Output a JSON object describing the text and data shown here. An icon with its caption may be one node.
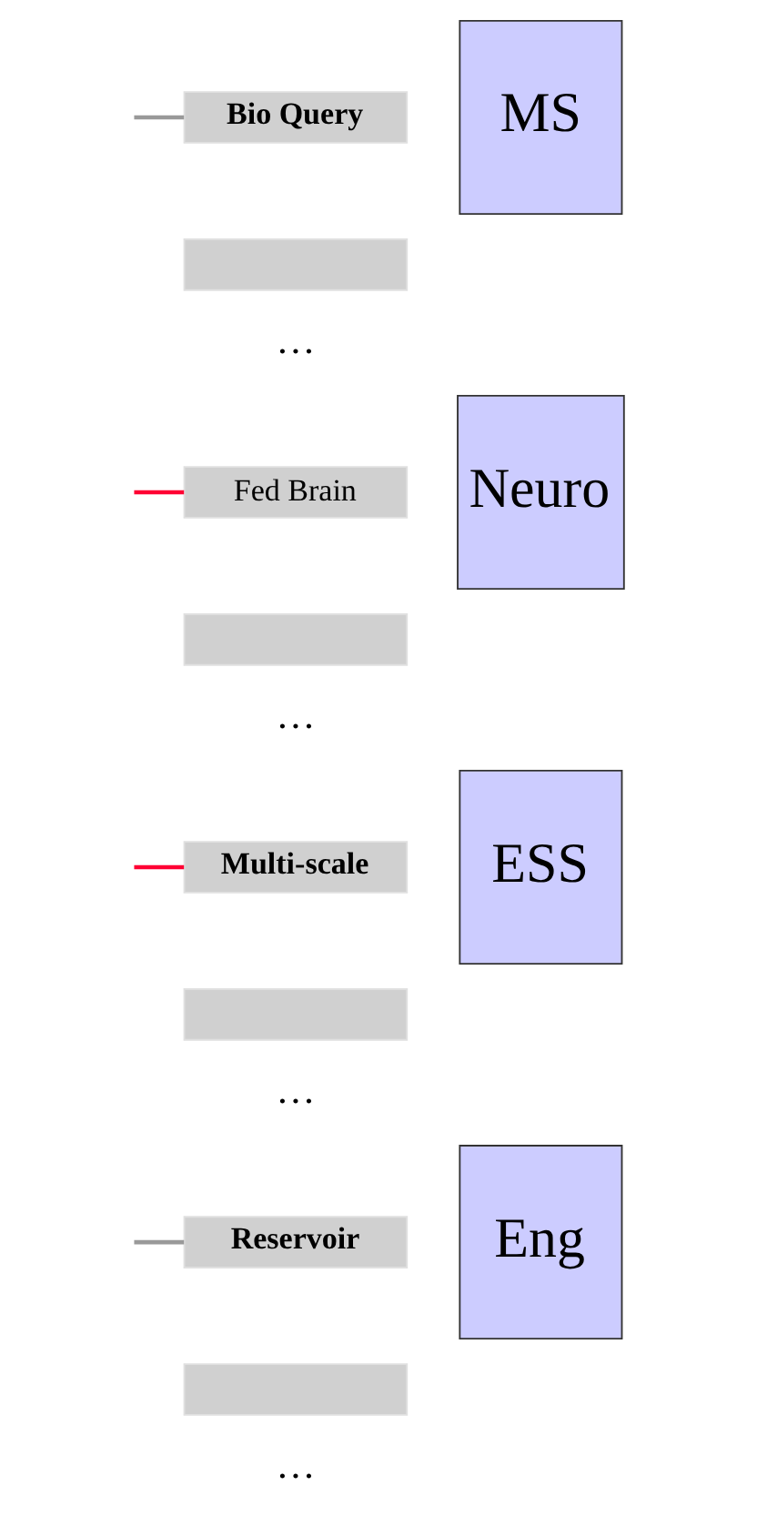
{
  "diagram": {
    "nodes": [
      {
        "text": [
          "Bio Query"
        ]
      },
      {
        "text": [
          "MS"
        ]
      },
      {
        "text": [],
        "shape": "box"
      },
      {
        "text": [
          "Fed Brain"
        ]
      },
      {
        "text": [
          "Neuro"
        ]
      },
      {
        "text": [],
        "shape": "box"
      },
      {
        "text": [
          "Multi-scale"
        ]
      },
      {
        "text": [
          "ESS"
        ]
      },
      {
        "text": [],
        "shape": "box"
      },
      {
        "text": [
          "Reservoir"
        ]
      },
      {
        "text": [
          "Eng"
        ]
      },
      {
        "text": [],
        "shape": "box"
      }
    ],
    "edges": [
      {
        "from": null,
        "to": 0,
        "arrow": "none",
        "color": "#999999"
      },
      {
        "from": null,
        "to": 3,
        "arrow": "none",
        "color": "#ff0033"
      },
      {
        "from": null,
        "to": 6,
        "arrow": "none",
        "color": "#ff0033"
      },
      {
        "from": null,
        "to": 9,
        "arrow": "none",
        "color": "#999999"
      }
    ],
    "labels": [
      "…",
      "…",
      "…",
      "…"
    ]
  }
}
